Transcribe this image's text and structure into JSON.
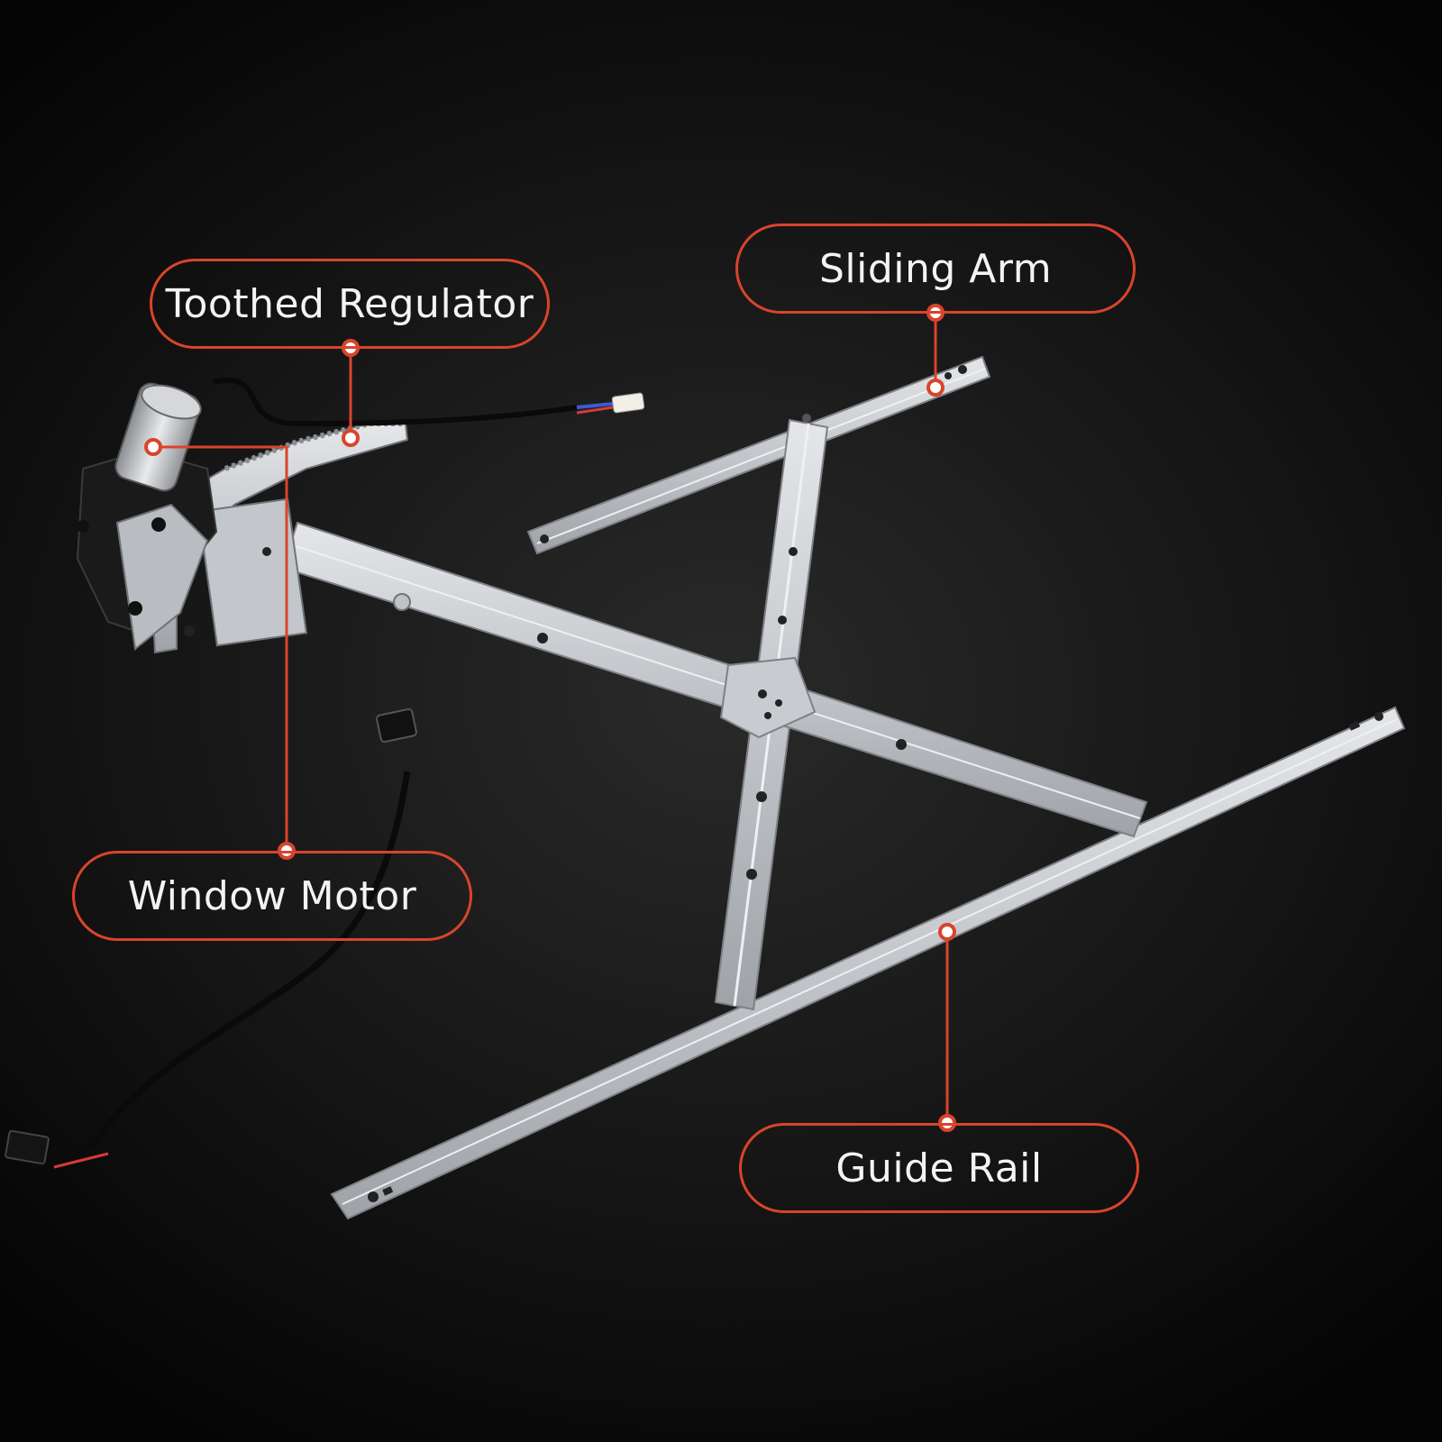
{
  "labels": {
    "toothed_regulator": "Toothed Regulator",
    "sliding_arm": "Sliding Arm",
    "window_motor": "Window Motor",
    "guide_rail": "Guide Rail"
  },
  "colors": {
    "background": "#0b0b0b",
    "callout_accent": "#d9442c",
    "label_text": "#f3f3f3",
    "metal": "#c9ccd0"
  }
}
